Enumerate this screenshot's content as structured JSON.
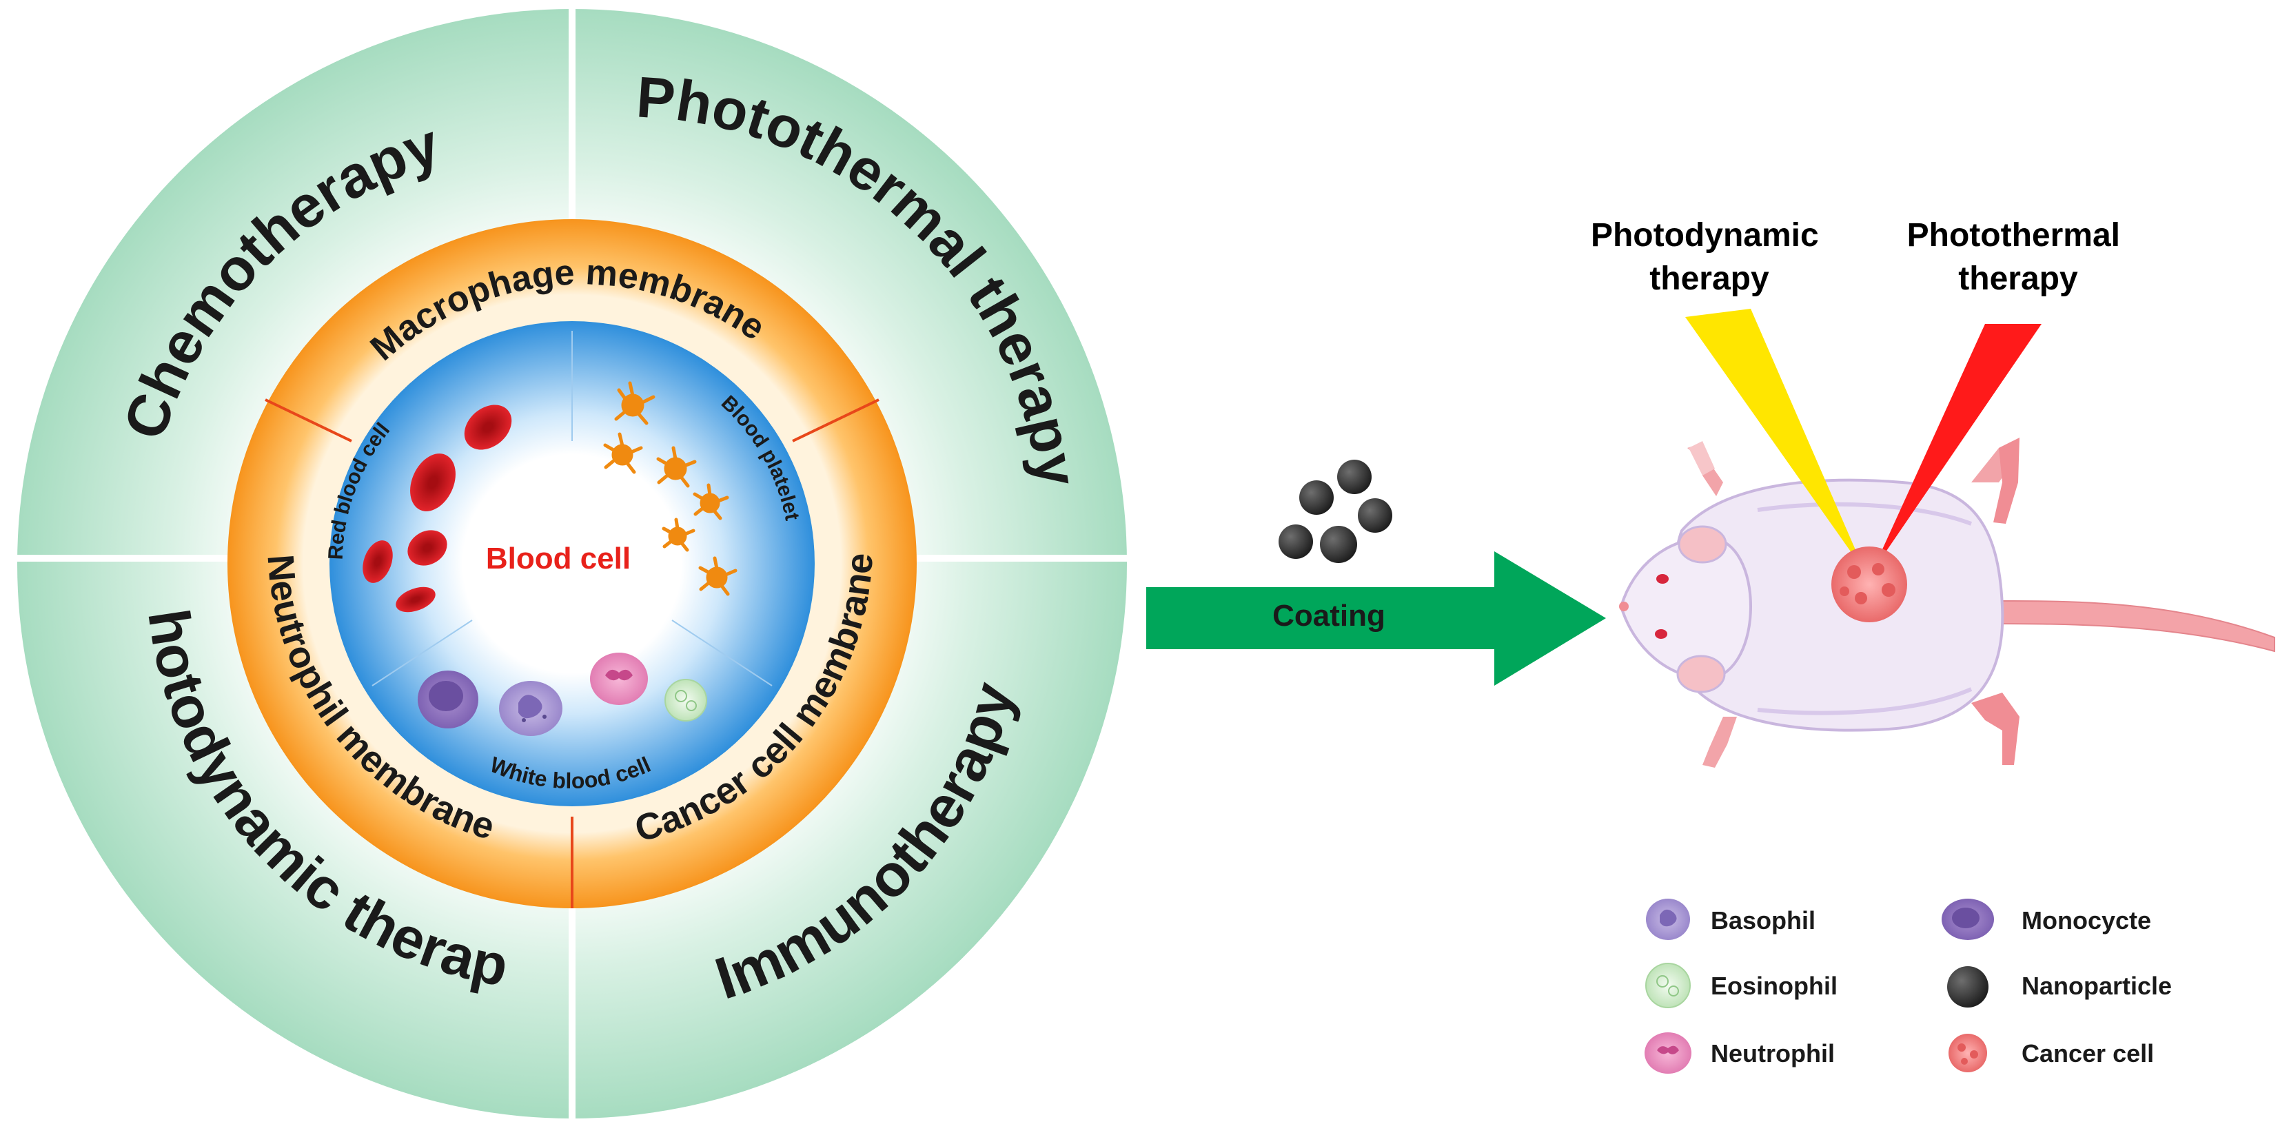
{
  "outer_ring": {
    "q1": "Chemotherapy",
    "q2": "Photothermal therapy",
    "q3": "Photodynamic therapy",
    "q4": "Immunotherapy"
  },
  "middle_ring": {
    "top": "Macrophage membrane",
    "left": "Neutrophil membrane",
    "right": "Cancer cell membrane"
  },
  "inner_ring": {
    "rbc": "Red blood cell",
    "platelet": "Blood platelet",
    "wbc": "White blood cell"
  },
  "center_label": "Blood cell",
  "arrow_label": "Coating",
  "light_labels": {
    "pdt": [
      "Photodynamic",
      "therapy"
    ],
    "ptt": [
      "Photothermal",
      "therapy"
    ]
  },
  "legend": [
    {
      "name": "basophil",
      "label": "Basophil"
    },
    {
      "name": "monocyte",
      "label": "Monocycte"
    },
    {
      "name": "eosinophil",
      "label": "Eosinophil"
    },
    {
      "name": "nanoparticle",
      "label": "Nanoparticle"
    },
    {
      "name": "neutrophil",
      "label": "Neutrophil"
    },
    {
      "name": "cancer-cell",
      "label": "Cancer cell"
    }
  ],
  "colors": {
    "outer_ring": "#b3e2cc",
    "middle_ring": "#f7941d",
    "inner_ring": "#3a9ee0",
    "center_text": "#e8211a",
    "arrow": "#00a65a",
    "pdt_beam": "#ffe600",
    "ptt_beam": "#ff1a1a",
    "red_blood_cell": "#d4151c",
    "platelet": "#f08a10",
    "nanoparticle": "#2b2b2b"
  }
}
